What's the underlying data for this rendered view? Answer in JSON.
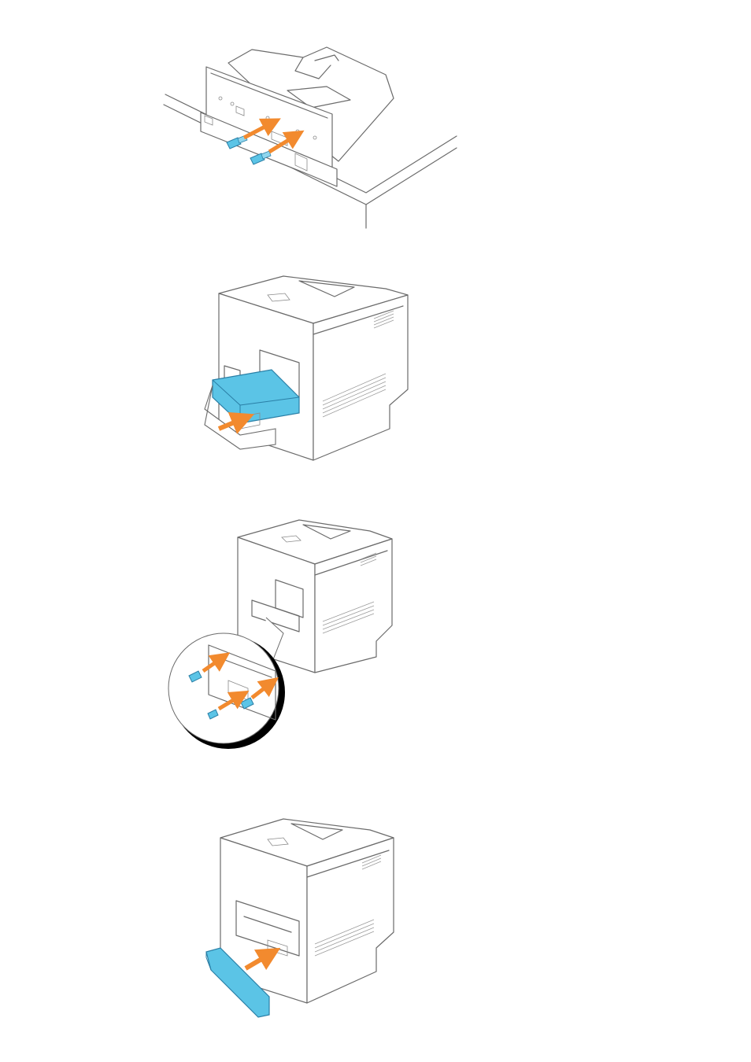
{
  "page": {
    "background": "#ffffff"
  },
  "colors": {
    "line": "#6b6b6b",
    "part_fill": "#5bc4e6",
    "part_stroke": "#2a7fa6",
    "arrow": "#f28a2e"
  },
  "figures": [
    {
      "name": "step-attach-screws-to-board",
      "icons": [
        "screw-icon",
        "arrow-icon"
      ]
    },
    {
      "name": "step-insert-board-into-printer",
      "icons": [
        "arrow-icon"
      ]
    },
    {
      "name": "step-tighten-board-screws",
      "icons": [
        "screw-icon",
        "arrow-icon",
        "magnifier-callout-icon"
      ]
    },
    {
      "name": "step-attach-cover-plate",
      "icons": [
        "arrow-icon"
      ]
    }
  ]
}
